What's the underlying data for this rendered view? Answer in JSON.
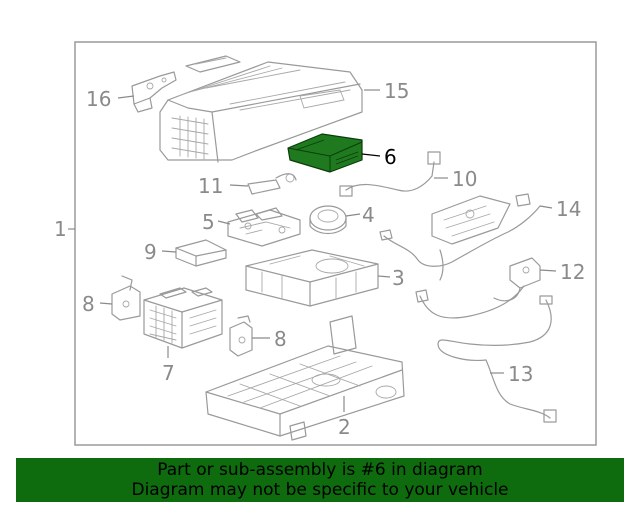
{
  "diagram": {
    "highlight_color": "#1f7a1f",
    "callouts": {
      "c1": "1",
      "c2": "2",
      "c3": "3",
      "c4": "4",
      "c5": "5",
      "c6": "6",
      "c7": "7",
      "c8a": "8",
      "c8b": "8",
      "c9": "9",
      "c10": "10",
      "c11": "11",
      "c12": "12",
      "c13": "13",
      "c14": "14",
      "c15": "15",
      "c16": "16"
    },
    "highlighted_part": "6"
  },
  "banner": {
    "line1": "Part or sub-assembly is #6 in diagram",
    "line2": "Diagram may not be specific to your vehicle",
    "background": "#0e6b0e"
  }
}
